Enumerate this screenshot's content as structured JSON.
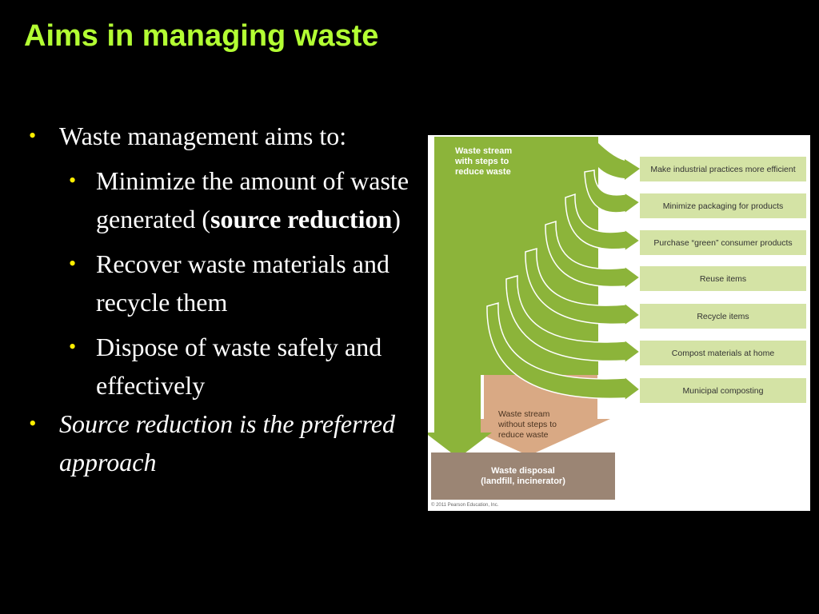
{
  "slide": {
    "title": "Aims in managing waste"
  },
  "bullets": {
    "intro": "Waste management aims to:",
    "sub1_pre": "Minimize the amount of waste generated (",
    "sub1_bold": "source reduction",
    "sub1_post": ")",
    "sub2": "Recover waste materials and recycle them",
    "sub3": "Dispose of waste safely and effectively",
    "conclusion": "Source reduction is the preferred approach",
    "bullet_glyph": "•"
  },
  "figure": {
    "with_steps_label": "Waste stream\nwith steps to\nreduce waste",
    "without_steps_label": "Waste stream\nwithout steps to\nreduce waste",
    "disposal_label": "Waste disposal\n(landfill, incinerator)",
    "copyright": "© 2011 Pearson Education, Inc.",
    "steps": [
      "Make industrial practices more efficient",
      "Minimize packaging for products",
      "Purchase “green” consumer products",
      "Reuse items",
      "Recycle items",
      "Compost materials at home",
      "Municipal composting"
    ],
    "colors": {
      "green_stream": "#8cb43a",
      "tan_stream": "#d9a984",
      "step_box": "#d4e3a5",
      "disposal_box": "#9b8574"
    }
  }
}
